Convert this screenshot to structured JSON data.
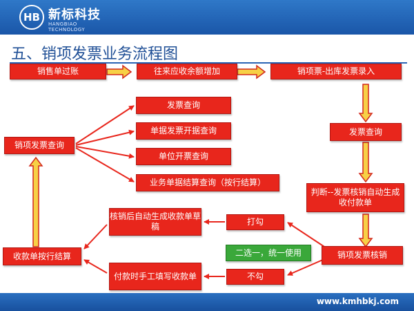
{
  "header": {
    "logo_cn": "新标科技",
    "logo_en": "HANGBIAO TECHNOLOGY",
    "logo_mark": "HB"
  },
  "title": "五、销项发票业务流程图",
  "nodes": {
    "sales_posting": "销售单过账",
    "receivable_increase": "往来应收余额增加",
    "invoice_entry": "销项票-出库发票录入",
    "invoice_query": "发票查询",
    "judge_auto_writeoff": "判断--发票核销自动生成收付款单",
    "output_invoice_writeoff": "销项发票核销",
    "tick": "打勾",
    "no_tick": "不勾",
    "choose_one": "二选一，统一使用",
    "auto_receipt_draft": "核销后自动生成收款单草稿",
    "manual_receipt": "付款时手工填写收款单",
    "receipt_settle": "收款单按行结算",
    "output_invoice_query": "销项发票查询",
    "q_invoice": "发票查询",
    "q_doc_invoice": "单据发票开据查询",
    "q_unit_invoice": "单位开票查询",
    "q_business_settle": "业务单据结算查询（按行结算）"
  },
  "footer": {
    "url": "www.kmhbkj.com"
  },
  "colors": {
    "box": "#e8261c",
    "green_box": "#3aa83a",
    "arrow_fill": "#f7d046",
    "arrow_stroke": "#d2261c",
    "header": "#1a56a8"
  }
}
